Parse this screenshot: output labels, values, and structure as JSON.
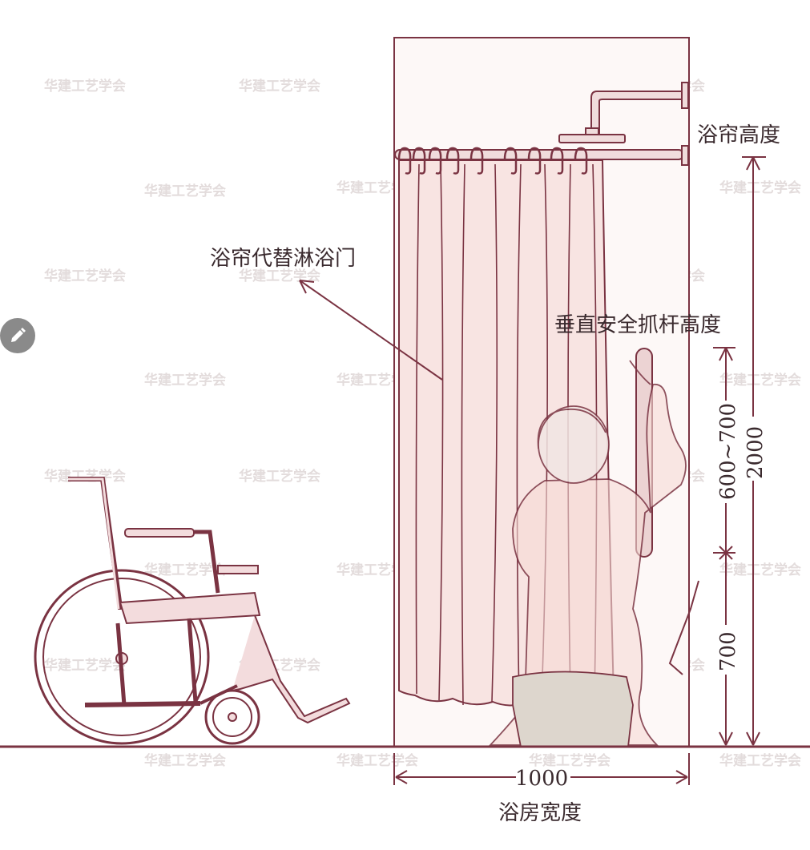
{
  "labels": {
    "curtain_height": "浴帘高度",
    "curtain_replace_door": "浴帘代替淋浴门",
    "grab_bar_height": "垂直安全抓杆高度",
    "shower_width": "浴房宽度"
  },
  "dimensions": {
    "total_height": "2000",
    "grab_bar_span": "600~700",
    "grab_bar_base": "700",
    "width": "1000"
  },
  "watermark": "华建工艺学会",
  "icons": {
    "edit": "pencil-icon"
  },
  "colors": {
    "line": "#7a3342",
    "curtain_fill": "#f7e2e0",
    "stool": "#ddd6cd",
    "wheelchair_fill": "#f3dcdd",
    "text": "#3a2a2e"
  }
}
